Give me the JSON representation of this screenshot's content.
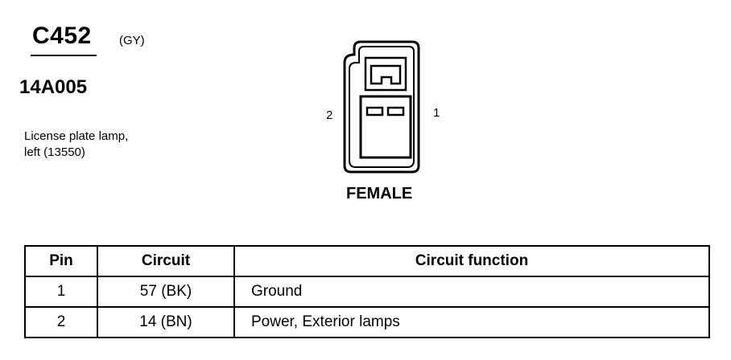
{
  "connector": {
    "id": "C452",
    "color_code": "(GY)",
    "part_number": "14A005",
    "description_line1": "License plate lamp,",
    "description_line2": "left (13550)",
    "gender": "FEMALE",
    "pin_labels": {
      "left": "2",
      "right": "1"
    }
  },
  "table": {
    "headers": {
      "pin": "Pin",
      "circuit": "Circuit",
      "function": "Circuit function"
    },
    "rows": [
      {
        "pin": "1",
        "circuit": "57 (BK)",
        "function": "Ground"
      },
      {
        "pin": "2",
        "circuit": "14 (BN)",
        "function": "Power, Exterior lamps"
      }
    ]
  }
}
